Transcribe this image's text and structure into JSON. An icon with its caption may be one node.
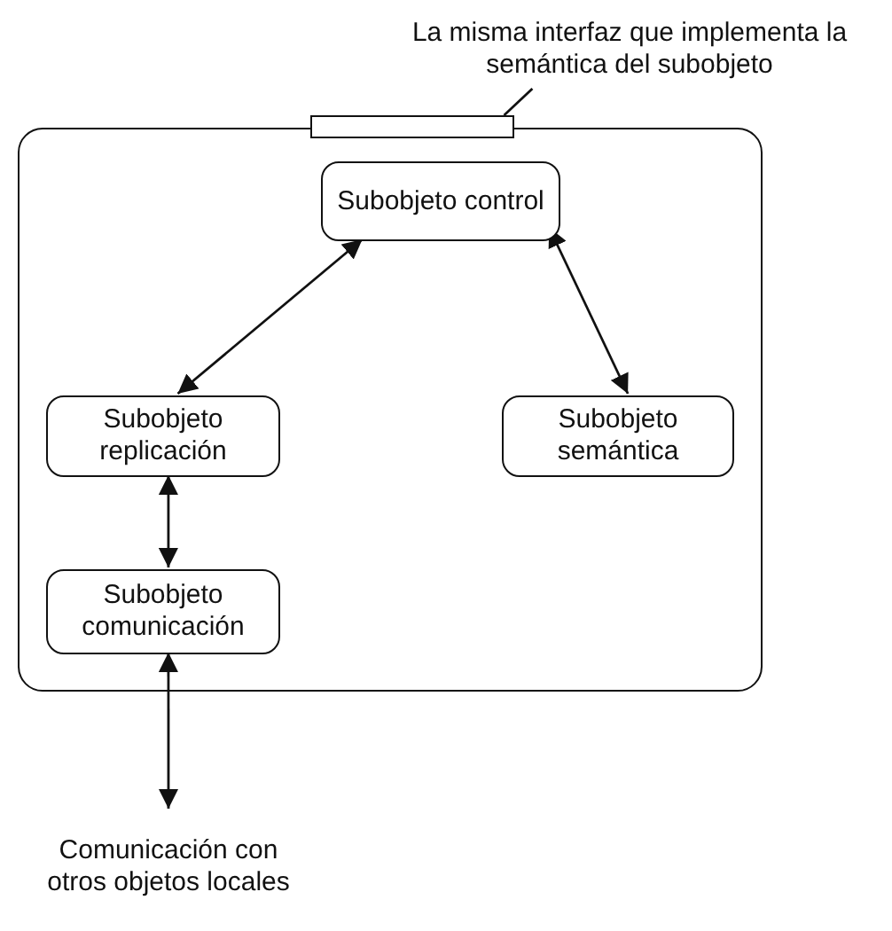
{
  "diagram": {
    "nodes": [
      {
        "text": [],
        "shape": "box"
      },
      {
        "text": [],
        "shape": "bar"
      },
      {
        "text": [
          "La misma interfaz que implementa la semántica del subobjeto"
        ]
      },
      {
        "text": [
          "Subobjeto control"
        ],
        "in": 0
      },
      {
        "text": [
          "Subobjeto replicación"
        ],
        "in": 0
      },
      {
        "text": [
          "Subobjeto semántica"
        ],
        "in": 0
      },
      {
        "text": [
          "Subobjeto comunicación"
        ],
        "in": 0
      },
      {
        "text": [
          "Comunicación con otros objetos locales"
        ]
      }
    ],
    "edges": [
      {
        "from": 2,
        "to": 1,
        "arrow": "none"
      },
      {
        "from": 3,
        "to": 4,
        "arrow": "both"
      },
      {
        "from": 3,
        "to": 5,
        "arrow": "both"
      },
      {
        "from": 4,
        "to": 6,
        "arrow": "both"
      },
      {
        "from": 6,
        "to": 7,
        "arrow": "both"
      }
    ]
  }
}
